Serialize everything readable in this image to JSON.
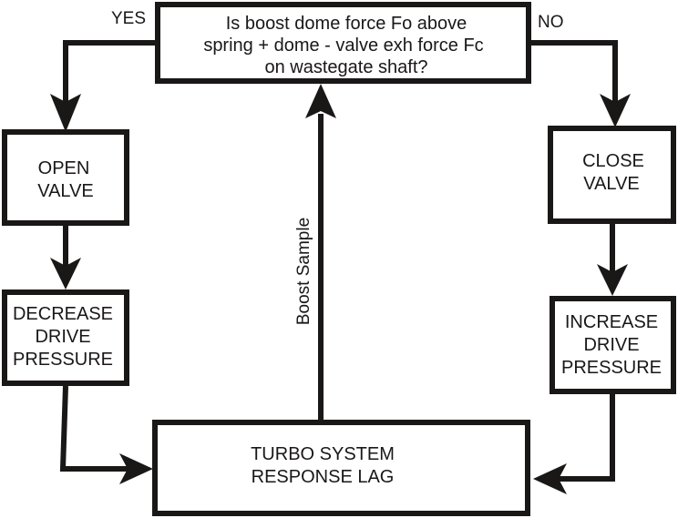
{
  "diagram": {
    "colors": {
      "stroke": "#1a1717",
      "fill": "#ffffff",
      "text": "#1a1717"
    },
    "nodes": {
      "decision": {
        "lines": [
          "Is boost dome force Fo above",
          "spring + dome - valve exh force Fc",
          "on wastegate shaft?"
        ]
      },
      "open_valve": {
        "lines": [
          "OPEN",
          "VALVE"
        ]
      },
      "decrease_pressure": {
        "lines": [
          "DECREASE",
          "DRIVE",
          "PRESSURE"
        ]
      },
      "close_valve": {
        "lines": [
          "CLOSE",
          "VALVE"
        ]
      },
      "increase_pressure": {
        "lines": [
          "INCREASE",
          "DRIVE",
          "PRESSURE"
        ]
      },
      "turbo_lag": {
        "lines": [
          "TURBO SYSTEM",
          "RESPONSE LAG"
        ]
      }
    },
    "edge_labels": {
      "yes": "YES",
      "no": "NO",
      "boost_sample": "Boost Sample"
    },
    "edges": [
      {
        "from": "decision",
        "to": "open_valve",
        "label": "YES"
      },
      {
        "from": "decision",
        "to": "close_valve",
        "label": "NO"
      },
      {
        "from": "open_valve",
        "to": "decrease_pressure"
      },
      {
        "from": "close_valve",
        "to": "increase_pressure"
      },
      {
        "from": "decrease_pressure",
        "to": "turbo_lag"
      },
      {
        "from": "increase_pressure",
        "to": "turbo_lag"
      },
      {
        "from": "turbo_lag",
        "to": "decision",
        "label": "Boost Sample"
      }
    ]
  }
}
